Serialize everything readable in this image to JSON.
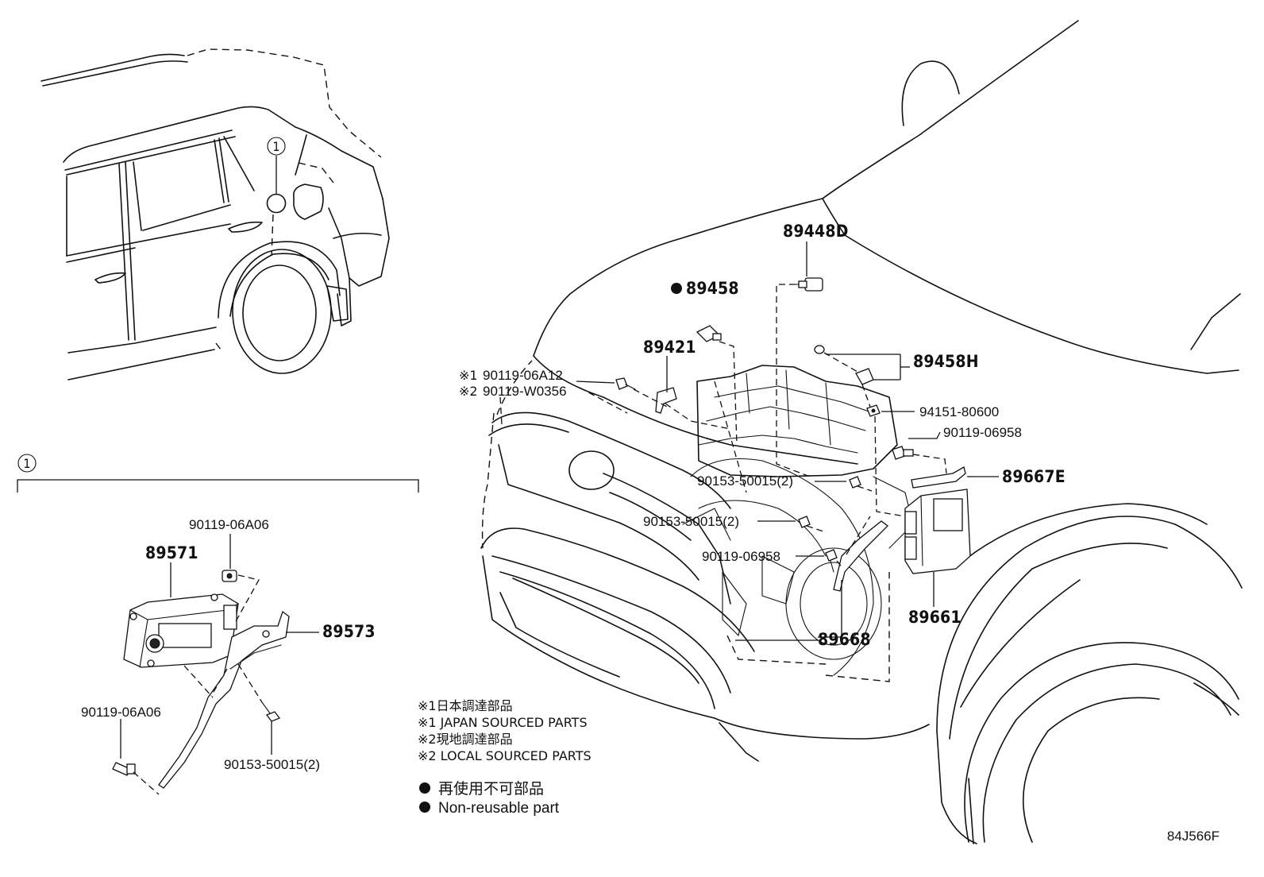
{
  "callout": {
    "number": "1"
  },
  "labels": {
    "p89448D": "89448D",
    "p89458": "89458",
    "p89421": "89421",
    "p89458H": "89458H",
    "p94151": "94151-80600",
    "p90119_06958_a": "90119-06958",
    "p89667E": "89667E",
    "p90153_a": "90153-50015(2)",
    "p90153_b": "90153-50015(2)",
    "p90119_06958_b": "90119-06958",
    "p89661": "89661",
    "p89668": "89668",
    "p90119_06A12": "90119-06A12",
    "p90119_W0356": "90119-W0356",
    "p90119_06A06_a": "90119-06A06",
    "p89571": "89571",
    "p89573": "89573",
    "p90119_06A06_b": "90119-06A06",
    "p90153_c": "90153-50015(2)"
  },
  "markers": {
    "sourcing1": "※1",
    "sourcing2": "※2"
  },
  "notes": {
    "line1": "※1日本調達部品",
    "line2": "※1 JAPAN SOURCED PARTS",
    "line3": "※2現地調達部品",
    "line4": "※2 LOCAL SOURCED PARTS"
  },
  "legend": {
    "jp": "再使用不可部品",
    "en": "Non-reusable part",
    "symbol": "filled-circle-icon"
  },
  "diagram_code": "84J566F"
}
